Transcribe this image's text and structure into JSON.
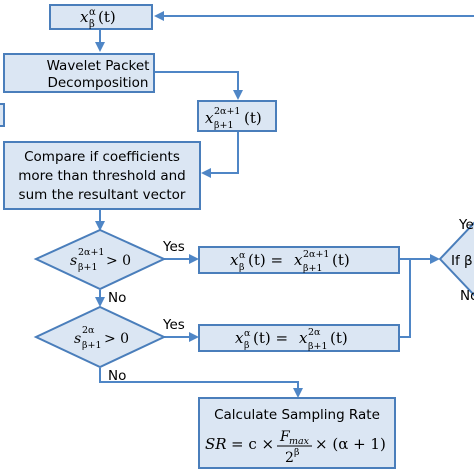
{
  "nodes": {
    "x_input": {
      "var": "x",
      "sup": "α",
      "sub": "β",
      "arg": "(t)"
    },
    "wpd": {
      "line1": "Wavelet Packet",
      "line2": "Decomposition"
    },
    "x_next": {
      "var": "x",
      "sup": "2α+1",
      "sub": "β+1",
      "arg": "(t)"
    },
    "compare": {
      "line1": "Compare if coefficients",
      "line2": "more than threshold and",
      "line3": "sum the resultant vector"
    },
    "decision1": {
      "var": "s",
      "sup": "2α+1",
      "sub": "β+1",
      "rest": "> 0"
    },
    "assign1": {
      "lhs": "x",
      "lhs_sup": "α",
      "lhs_sub": "β",
      "lhs_arg": "(t) =",
      "rhs": "x",
      "rhs_sup": "2α+1",
      "rhs_sub": "β+1",
      "rhs_arg": "(t)"
    },
    "decision2": {
      "var": "s",
      "sup": "2α",
      "sub": "β+1",
      "rest": "> 0"
    },
    "assign2": {
      "lhs": "x",
      "lhs_sup": "α",
      "lhs_sub": "β",
      "lhs_arg": "(t) =",
      "rhs": "x",
      "rhs_sup": "2α",
      "rhs_sub": "β+1",
      "rhs_arg": "(t)"
    },
    "decision3": {
      "text": "If β",
      "yes": "Ye",
      "no": "No"
    },
    "sampling": {
      "title": "Calculate Sampling Rate",
      "lhs": "SR",
      "eq": "= c ×",
      "num": "F",
      "num_sub": "max",
      "den": "2",
      "den_sup": "β",
      "tail": "× (α + 1)"
    }
  },
  "labels": {
    "yes1": "Yes",
    "no1": "No",
    "yes2": "Yes",
    "no2": "No"
  }
}
